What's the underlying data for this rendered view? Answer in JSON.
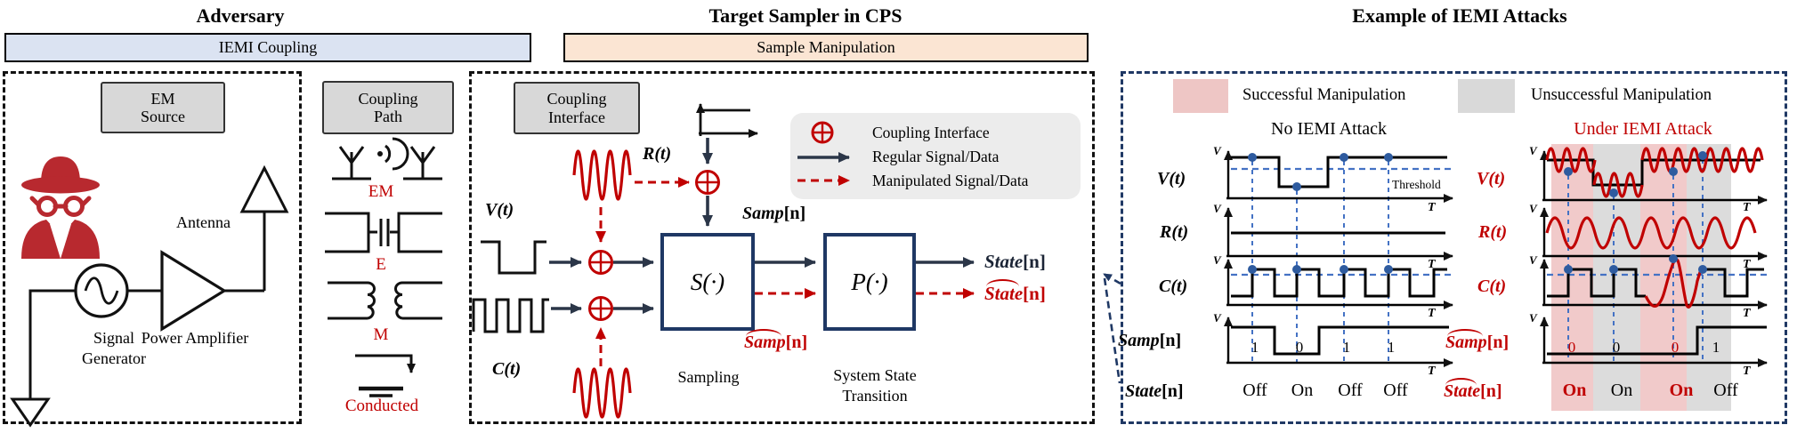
{
  "titles": {
    "adversary": "Adversary",
    "target_sampler": "Target Sampler in CPS",
    "example": "Example of IEMI Attacks"
  },
  "banners": {
    "iemi_coupling": "IEMI Coupling",
    "sample_manipulation": "Sample Manipulation"
  },
  "adversary_panel": {
    "em_source": "EM Source",
    "antenna": "Antenna",
    "signal_generator": "Signal Generator",
    "power_amplifier": "Power Amplifier"
  },
  "coupling_path": {
    "title": "Coupling Path",
    "em": "EM",
    "e": "E",
    "m": "M",
    "conducted": "Conducted"
  },
  "sampler_panel": {
    "coupling_interface": "Coupling Interface",
    "r_label": "R(t)",
    "v_label": "V(t)",
    "c_label": "C(t)",
    "s_block": "S(·)",
    "p_block": "P(·)",
    "samp_base": "Samp",
    "state_base": "State",
    "index_suffix": "[n]",
    "sampling_caption": "Sampling",
    "transition_caption": "System State Transition",
    "legend": {
      "coupling_interface": "Coupling Interface",
      "regular": "Regular Signal/Data",
      "manipulated": "Manipulated Signal/Data"
    }
  },
  "example_panel": {
    "legend": {
      "successful": "Successful Manipulation",
      "unsuccessful": "Unsuccessful Manipulation"
    },
    "no_attack_title": "No IEMI Attack",
    "under_attack_title": "Under IEMI Attack",
    "row_labels": {
      "v": "V(t)",
      "r": "R(t)",
      "c": "C(t)",
      "samp_base": "Samp",
      "state_base": "State",
      "index_suffix": "[n]"
    },
    "threshold_label": "Threshold",
    "axis": {
      "v": "V",
      "t": "T"
    },
    "no_attack": {
      "samples": [
        "1",
        "0",
        "1",
        "1"
      ],
      "states": [
        "Off",
        "On",
        "Off",
        "Off"
      ]
    },
    "under_attack": {
      "samples": [
        "0",
        "0",
        "0",
        "1"
      ],
      "states": [
        "On",
        "On",
        "On",
        "Off"
      ]
    }
  },
  "colors": {
    "red": "#c00000",
    "navy": "#1f3864",
    "sample_blue": "#4472c4",
    "dot_blue": "#2e5b9f",
    "success_band": "#f1caca",
    "fail_band": "#dcdcdc"
  }
}
